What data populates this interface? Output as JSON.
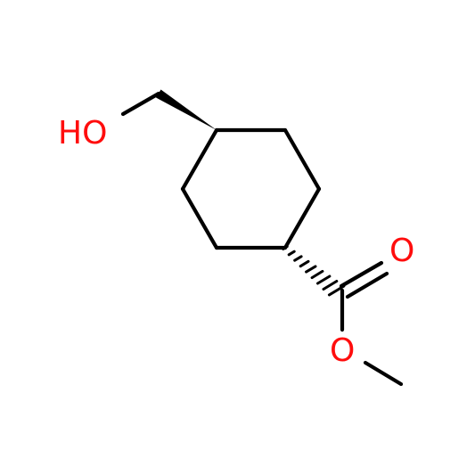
{
  "structure": {
    "atom_labels": {
      "hydroxyl": "HO",
      "carbonyl_oxygen": "O",
      "ester_oxygen": "O"
    },
    "colors": {
      "bond": "#000000",
      "heteroatom": "#ff0d0d",
      "background": "#ffffff"
    }
  }
}
